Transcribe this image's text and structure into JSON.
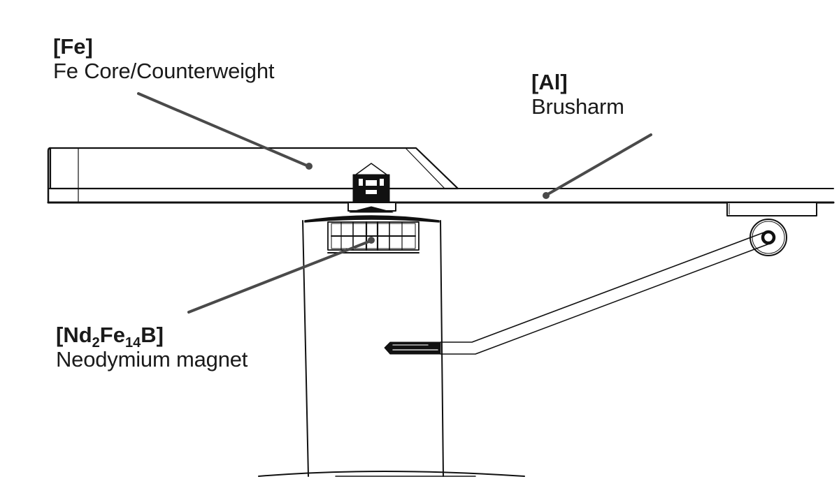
{
  "diagram": {
    "title": "Tonearm component materials",
    "labels": [
      {
        "id": "fe",
        "symbol": "[Fe]",
        "name": "Fe Core/Counterweight",
        "points_to": "counterweight"
      },
      {
        "id": "al",
        "symbol": "[Al]",
        "name": "Brusharm",
        "points_to": "arm-tube"
      },
      {
        "id": "nd",
        "symbol_parts": [
          "[Nd",
          "2",
          "Fe",
          "14",
          "B]"
        ],
        "name": "Neodymium magnet",
        "points_to": "magnet-bearing"
      }
    ],
    "colors": {
      "line": "#111111",
      "leader": "#4a4a4a",
      "text": "#1a1a1a",
      "background": "#ffffff"
    }
  }
}
